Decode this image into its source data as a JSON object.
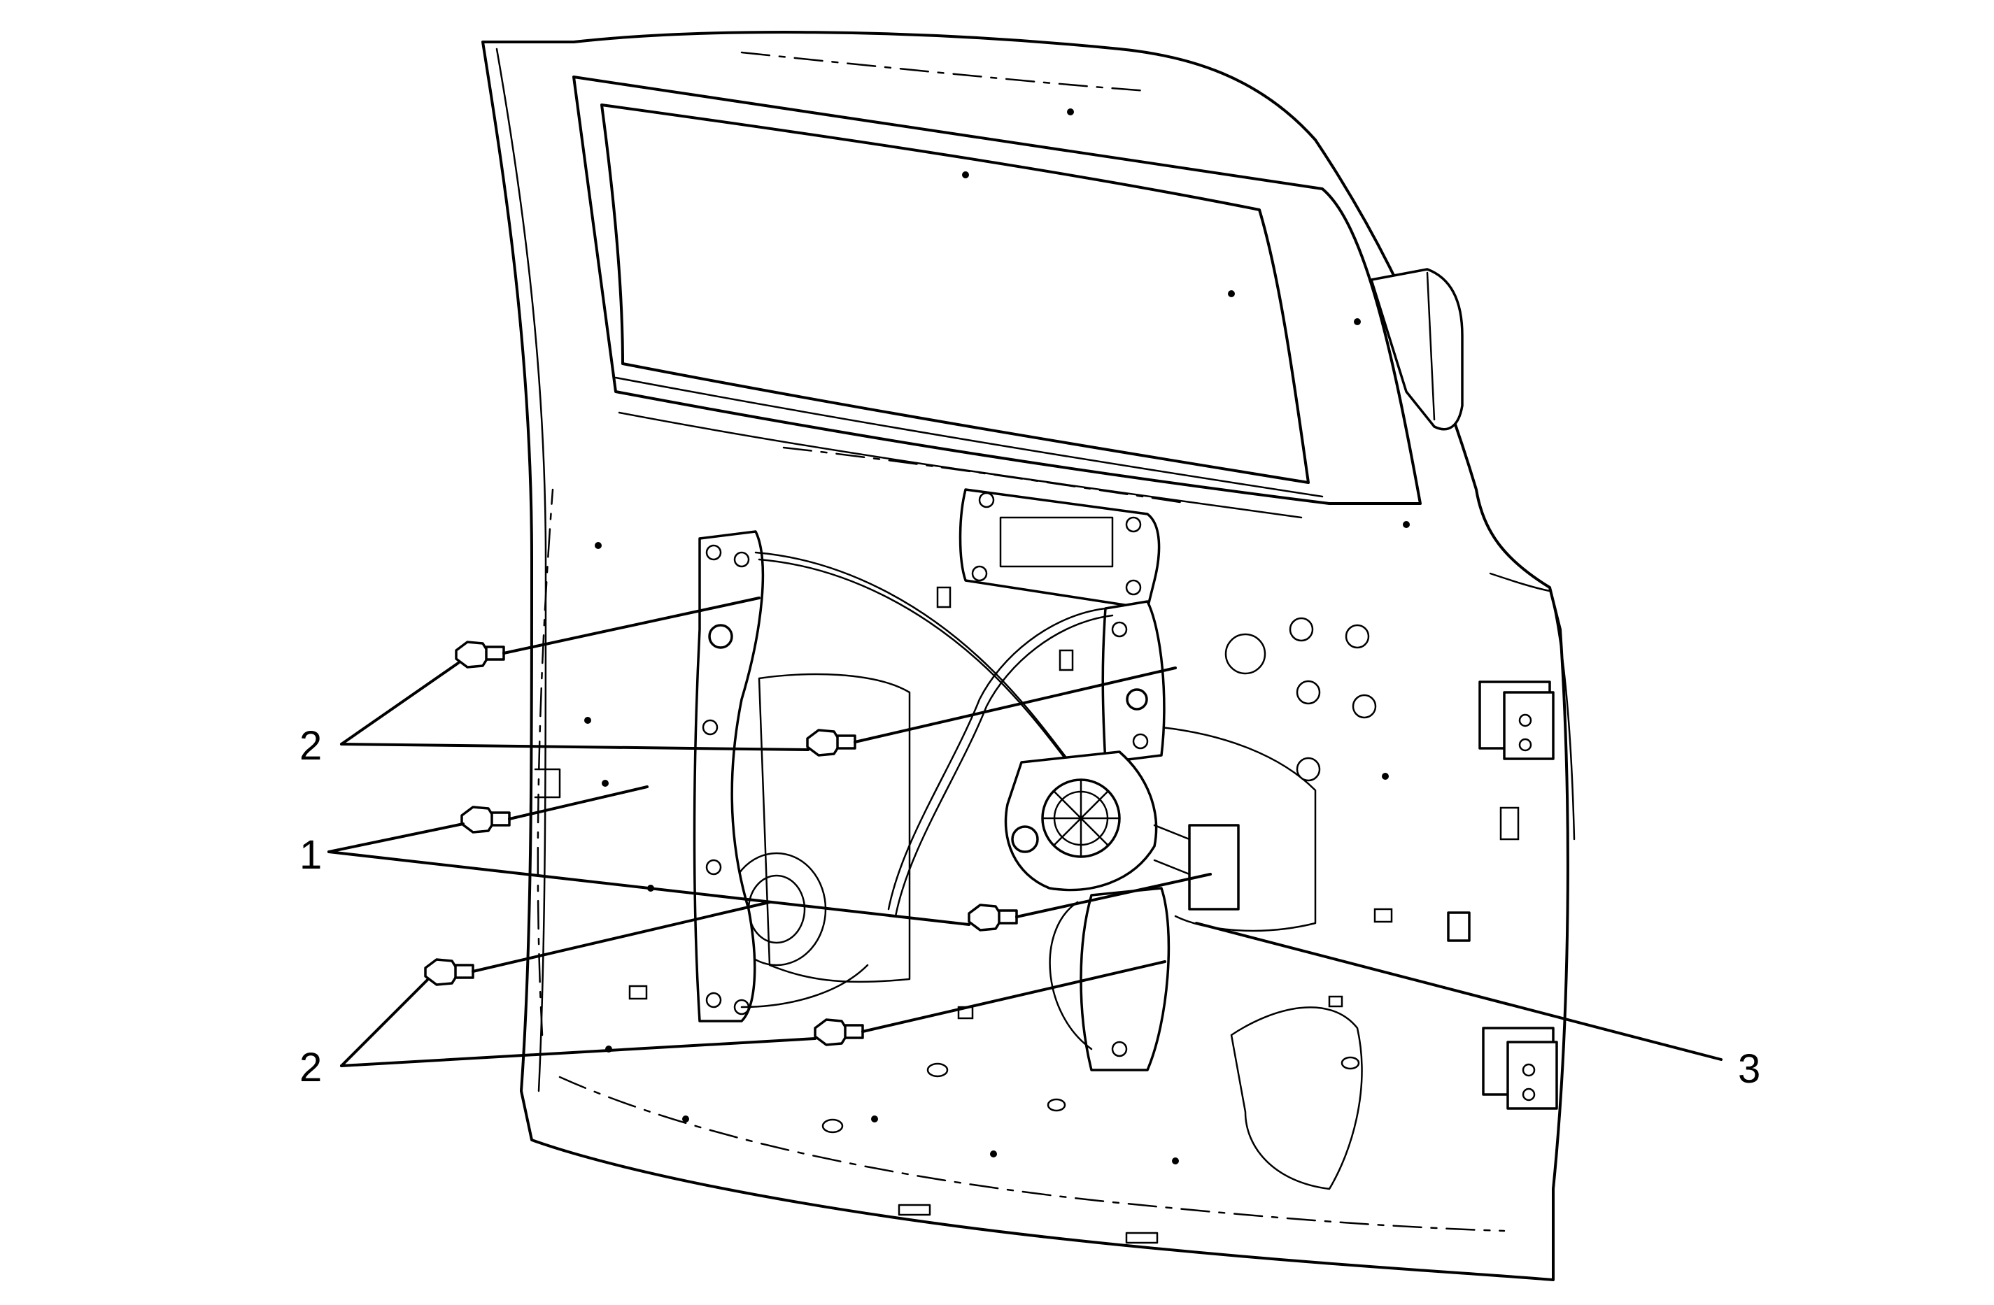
{
  "callouts": {
    "c1": "1",
    "c2a": "2",
    "c2b": "2",
    "c3": "3"
  },
  "colors": {
    "line": "#000000",
    "background": "#ffffff"
  }
}
